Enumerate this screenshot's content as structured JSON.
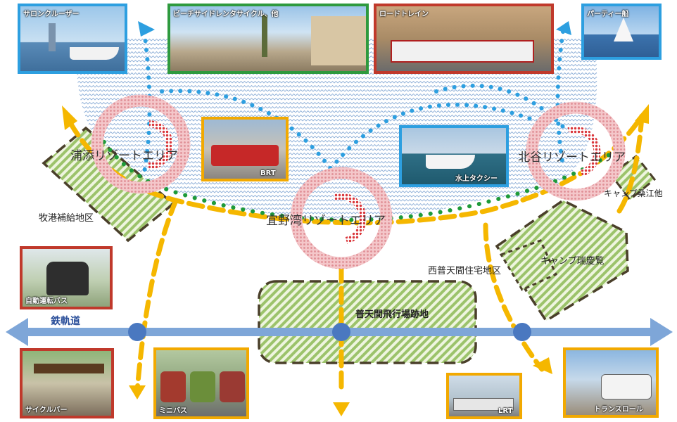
{
  "resort_areas": {
    "urasoe": "浦添リゾートエリア",
    "ginowan": "宜野湾リゾートエリア",
    "chatan": "北谷リゾートエリア"
  },
  "districts": {
    "makiminato": "牧港補給地区",
    "futenma": "普天間飛行場跡地",
    "nishifutenma": "西普天間住宅地区",
    "zukeran": "キャンプ瑞慶覧",
    "kuwae": "キャンプ桑江他"
  },
  "rail_label": "鉄軌道",
  "photos": {
    "salon_cruiser": "サロンクルーザー",
    "beachside": "ビーチサイドレンタサイクル、他",
    "road_train": "ロードトレイン",
    "party_boat": "パーティー船",
    "brt": "BRT",
    "water_taxi": "水上タクシー",
    "auto_bus": "自動運転バス",
    "cycle_bar": "サイクルバー",
    "mini_bus": "ミニバス",
    "lrt": "LRT",
    "transrole": "トランスロール"
  },
  "colors": {
    "water": "#dce8f5",
    "rail": "#7ea6d8",
    "route_yellow": "#f5b700",
    "route_blue_dots": "#2d9fe0",
    "route_green_dots": "#1e9a3a",
    "area_ring": "#e8a9ad",
    "district_fill": "#c9dfa3",
    "district_border": "#4a3f2a"
  }
}
